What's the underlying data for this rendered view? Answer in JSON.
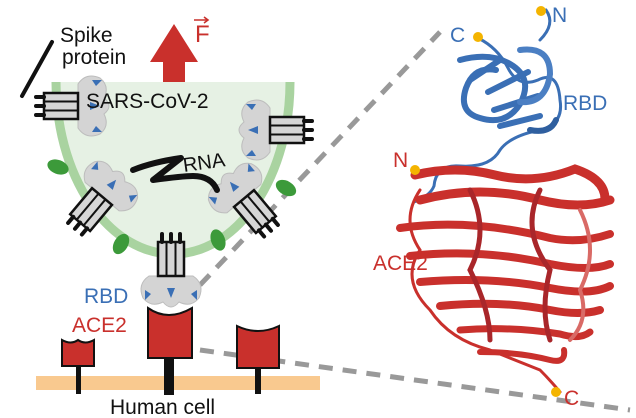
{
  "labels": {
    "spike_protein_line1": "Spike",
    "spike_protein_line2": "protein",
    "force": "F",
    "virus": "SARS-CoV-2",
    "rna": "RNA",
    "rbd_left": "RBD",
    "ace2_left": "ACE2",
    "human_cell": "Human cell",
    "rbd_c_term": "C",
    "rbd_n_term": "N",
    "rbd_right": "RBD",
    "ace2_n_term": "N",
    "ace2_right": "ACE2",
    "ace2_c_term": "C"
  },
  "colors": {
    "rbd_blue": "#3a6fb5",
    "ace2_red": "#c9302c",
    "virus_fill": "#e6f1e4",
    "virus_membrane": "#a9d3a0",
    "envelope_protein": "#3c9a3a",
    "cell_membrane": "#f9c98f",
    "terminus_dot": "#f4b400"
  }
}
